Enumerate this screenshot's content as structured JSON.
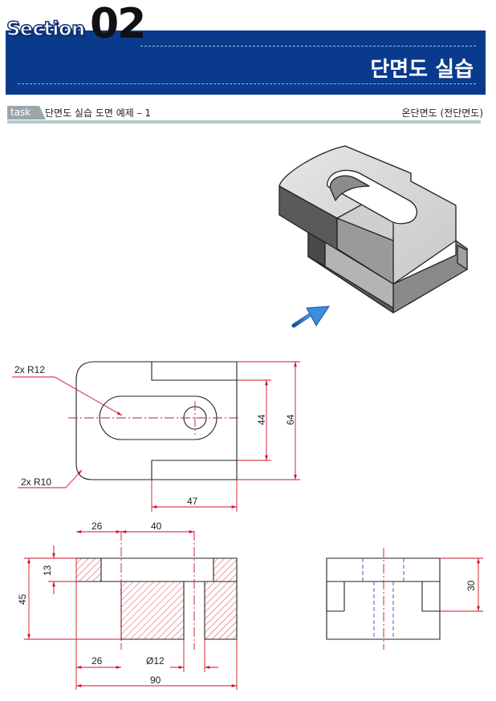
{
  "header": {
    "section_word": "Section",
    "section_number": "02",
    "title": "단면도 실습",
    "band_color": "#0a3a8c"
  },
  "task": {
    "tag": "task",
    "title": "단면도 실습 도면 예제 – 1",
    "view_type": "온단면도 (전단면도)"
  },
  "drawing": {
    "dim_color": "#d0102a",
    "hatch_color": "#e04040",
    "centerline_color": "#d0102a",
    "hidden_line_color": "#4040c0",
    "labels": {
      "r12": "2x R12",
      "r10": "2x R10",
      "d44": "44",
      "d64": "64",
      "d47": "47",
      "d26_top": "26",
      "d40": "40",
      "d13": "13",
      "d45": "45",
      "d26_bottom": "26",
      "d12": "Ø12",
      "d90": "90",
      "d30": "30"
    }
  }
}
